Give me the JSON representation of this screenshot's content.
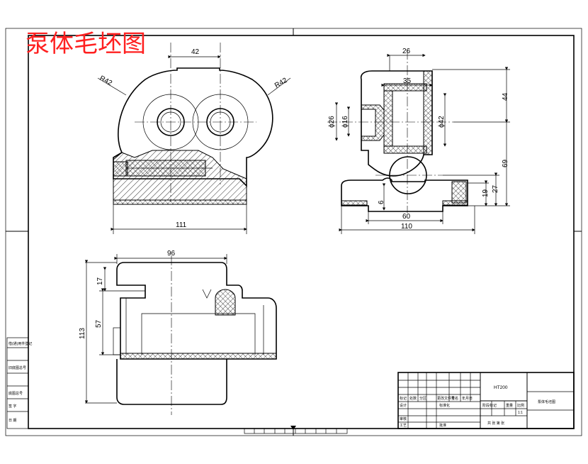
{
  "title": "泵体毛坯图",
  "dimensions": {
    "front_top_width": "42",
    "front_radius_left": "R42",
    "front_radius_right": "R42",
    "front_overall_width": "111",
    "side_top_width": "26",
    "side_inner_width": "35",
    "side_dia_26": "ϕ26",
    "side_dia_16": "ϕ16",
    "side_dia_42": "ϕ42",
    "side_height_44": "44",
    "side_height_69": "69",
    "side_height_27": "27",
    "side_height_19": "19",
    "side_base_6": "6",
    "side_base_60": "60",
    "side_base_110": "110",
    "bottom_width_96": "96",
    "bottom_height_17": "17",
    "bottom_height_57": "57",
    "bottom_height_113": "113"
  },
  "title_block": {
    "material": "HT200",
    "drawing_name": "泵体毛坯图",
    "row_labels": [
      "标记",
      "处数",
      "分区",
      "更改文件号",
      "签名",
      "年月日"
    ],
    "design": "设计",
    "standard": "标准化",
    "check": "审核",
    "process": "工艺",
    "approve": "批准",
    "stage_mark": "阶段标记",
    "weight": "重量",
    "scale": "比例",
    "scale_value": "1:1",
    "sheets": "共 张 第 张"
  },
  "side_labels": [
    "借(通)用件登记",
    "旧底图总号",
    "底图总号",
    "签 字",
    "日 期"
  ]
}
